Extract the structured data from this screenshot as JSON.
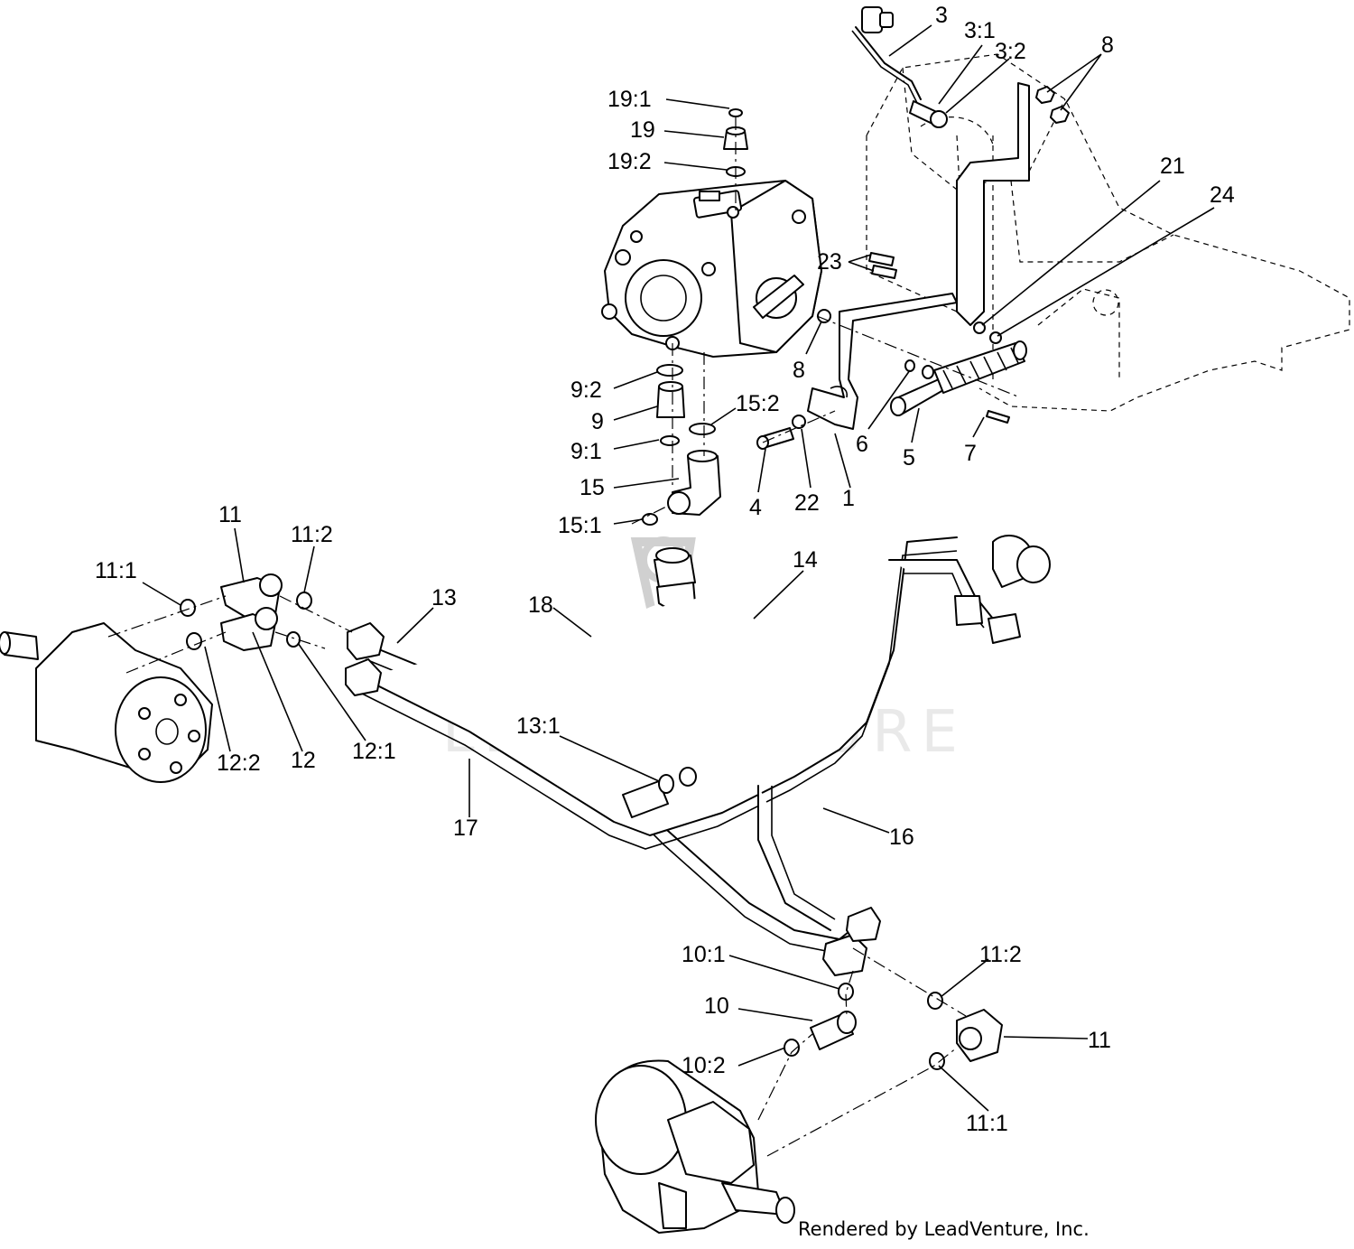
{
  "watermark": {
    "text": "LEADVENTURE"
  },
  "credit": {
    "text": "Rendered by LeadVenture, Inc."
  },
  "callouts": [
    {
      "id": "3",
      "label": "3"
    },
    {
      "id": "3-1",
      "label": "3:1"
    },
    {
      "id": "3-2",
      "label": "3:2"
    },
    {
      "id": "8a",
      "label": "8"
    },
    {
      "id": "19-1",
      "label": "19:1"
    },
    {
      "id": "19",
      "label": "19"
    },
    {
      "id": "19-2",
      "label": "19:2"
    },
    {
      "id": "21",
      "label": "21"
    },
    {
      "id": "24",
      "label": "24"
    },
    {
      "id": "23",
      "label": "23"
    },
    {
      "id": "8b",
      "label": "8"
    },
    {
      "id": "9-2",
      "label": "9:2"
    },
    {
      "id": "9",
      "label": "9"
    },
    {
      "id": "15-2",
      "label": "15:2"
    },
    {
      "id": "9-1",
      "label": "9:1"
    },
    {
      "id": "6",
      "label": "6"
    },
    {
      "id": "5",
      "label": "5"
    },
    {
      "id": "7",
      "label": "7"
    },
    {
      "id": "15",
      "label": "15"
    },
    {
      "id": "4",
      "label": "4"
    },
    {
      "id": "22",
      "label": "22"
    },
    {
      "id": "1",
      "label": "1"
    },
    {
      "id": "11a",
      "label": "11"
    },
    {
      "id": "15-1",
      "label": "15:1"
    },
    {
      "id": "11-2a",
      "label": "11:2"
    },
    {
      "id": "11-1a",
      "label": "11:1"
    },
    {
      "id": "14",
      "label": "14"
    },
    {
      "id": "13",
      "label": "13"
    },
    {
      "id": "18",
      "label": "18"
    },
    {
      "id": "13-1",
      "label": "13:1"
    },
    {
      "id": "12-2",
      "label": "12:2"
    },
    {
      "id": "12",
      "label": "12"
    },
    {
      "id": "12-1",
      "label": "12:1"
    },
    {
      "id": "17",
      "label": "17"
    },
    {
      "id": "16",
      "label": "16"
    },
    {
      "id": "10-1",
      "label": "10:1"
    },
    {
      "id": "11-2b",
      "label": "11:2"
    },
    {
      "id": "10",
      "label": "10"
    },
    {
      "id": "11b",
      "label": "11"
    },
    {
      "id": "10-2",
      "label": "10:2"
    },
    {
      "id": "11-1b",
      "label": "11:1"
    }
  ]
}
